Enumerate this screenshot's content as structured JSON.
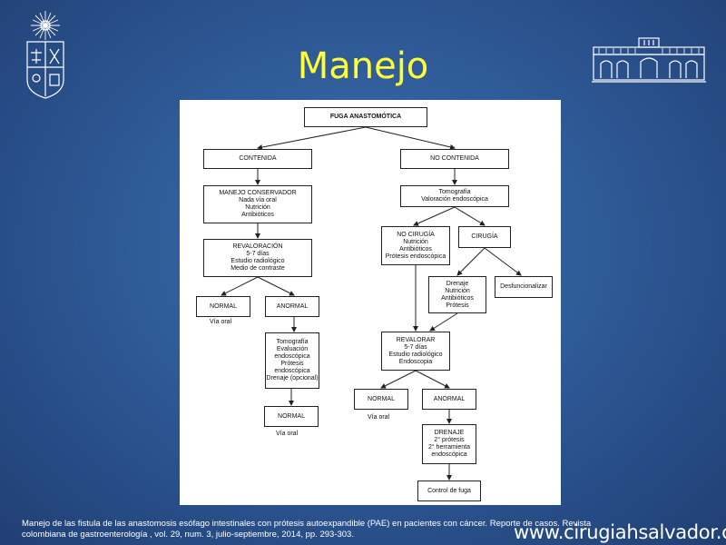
{
  "slide": {
    "title": "Manejo",
    "title_color": "#ffff33",
    "background_color": "#2f5b98",
    "citation": "Manejo de las fistula de las anastomosis esófago intestinales con prótesis autoexpandible (PAE) en pacientes con cáncer. Reporte de casos. Revista colombiana de gastroenterología , vol. 29, num. 3, julio-septiembre, 2014, pp. 293-303.",
    "website": "www.cirugiahsalvador.cl",
    "logo_left": "university-shield-logo",
    "logo_right": "hospital-building-logo"
  },
  "flowchart": {
    "root": {
      "lines": [
        "FUGA ANASTOMÓTICA"
      ]
    },
    "contenida": {
      "lines": [
        "CONTENIDA"
      ]
    },
    "no_contenida": {
      "lines": [
        "NO CONTENIDA"
      ]
    },
    "manejo_conservador": {
      "lines": [
        "MANEJO CONSERVADOR",
        "Nada vía oral",
        "Nutrición",
        "Antibióticos"
      ]
    },
    "revaloracion": {
      "lines": [
        "REVALORACIÓN",
        "5-7 días",
        "Estudio radiológico",
        "Medio de contraste"
      ]
    },
    "normal_left": {
      "lines": [
        "NORMAL"
      ]
    },
    "anormal_left": {
      "lines": [
        "ANORMAL"
      ]
    },
    "via_oral_left": "Vía oral",
    "estudios_left": {
      "lines": [
        "Tomografía",
        "Evaluación",
        "endoscópica",
        "Prótesis",
        "endoscópica",
        "Drenaje (opcional)"
      ]
    },
    "normal_left_2": {
      "lines": [
        "NORMAL"
      ]
    },
    "via_oral_left_2": "Vía oral",
    "tomografia_right": {
      "lines": [
        "Tomografía",
        "Valoración endoscópica"
      ]
    },
    "no_cirugia": {
      "lines": [
        "NO CIRUGÍA",
        "Nutrición",
        "Antibióticos",
        "Prótesis endoscópica"
      ]
    },
    "cirugia": {
      "lines": [
        "CIRUGÍA"
      ]
    },
    "drenaje_right": {
      "lines": [
        "Drenaje",
        "Nutrición",
        "Antibióticos",
        "Prótesis"
      ]
    },
    "desfuncionalizar": {
      "lines": [
        "Desfuncionalizar"
      ]
    },
    "revalorar": {
      "lines": [
        "REVALORAR",
        "5-7 días",
        "Estudio radiológico",
        "Endoscopia"
      ]
    },
    "normal_right": {
      "lines": [
        "NORMAL"
      ]
    },
    "anormal_right": {
      "lines": [
        "ANORMAL"
      ]
    },
    "via_oral_right": "Vía oral",
    "drenaje_final": {
      "lines": [
        "DRENAJE",
        "2° prótesis",
        "2° herramienta",
        "endoscópica"
      ]
    },
    "control_fuga": {
      "lines": [
        "Control de fuga"
      ]
    }
  }
}
